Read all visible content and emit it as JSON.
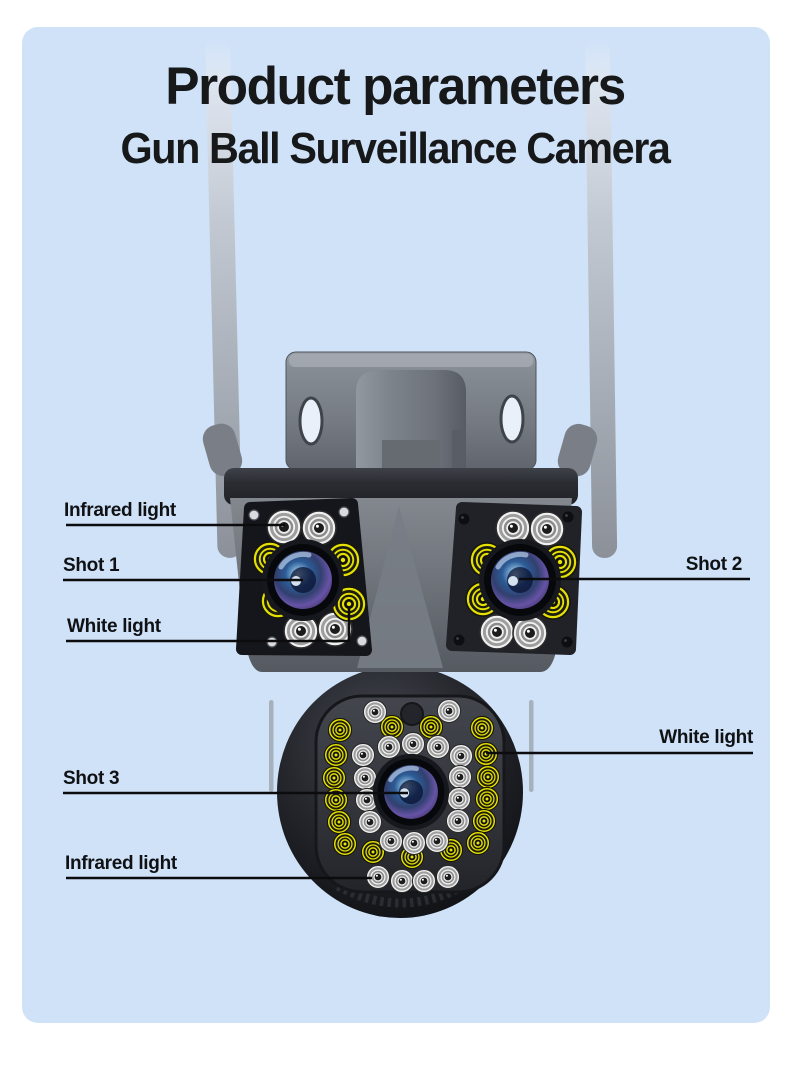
{
  "header": {
    "title": "Product parameters",
    "subtitle": "Gun Ball Surveillance Camera"
  },
  "callouts": {
    "infrared_top": "Infrared light",
    "shot_1": "Shot 1",
    "white_light_left": "White light",
    "shot_2": "Shot 2",
    "white_light_right": "White light",
    "shot_3": "Shot 3",
    "infrared_bottom": "Infrared light"
  },
  "colors": {
    "page_background": "#ffffff",
    "panel_background": "#cfe2f8",
    "heading_text": "#17181a",
    "callout_text": "#101114",
    "callout_line": "#0c0c0e",
    "white_light_led": "#e4df04",
    "infrared_led": "#f1f1f1",
    "camera_body": "#72777e",
    "lens_panel": "#15161b",
    "lens_iris": "#31406f"
  }
}
